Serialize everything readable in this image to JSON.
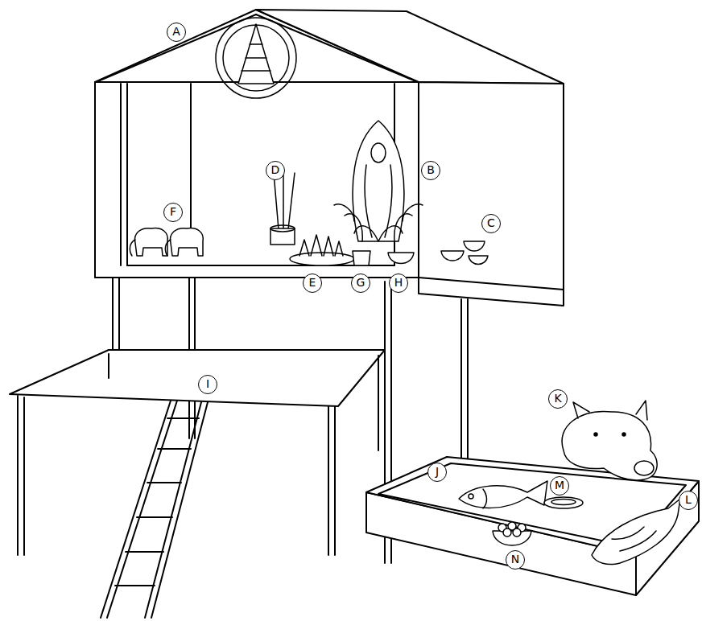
{
  "diagram": {
    "labels": [
      "A",
      "B",
      "C",
      "D",
      "E",
      "F",
      "G",
      "H",
      "I",
      "J",
      "K",
      "L",
      "M",
      "N"
    ]
  }
}
